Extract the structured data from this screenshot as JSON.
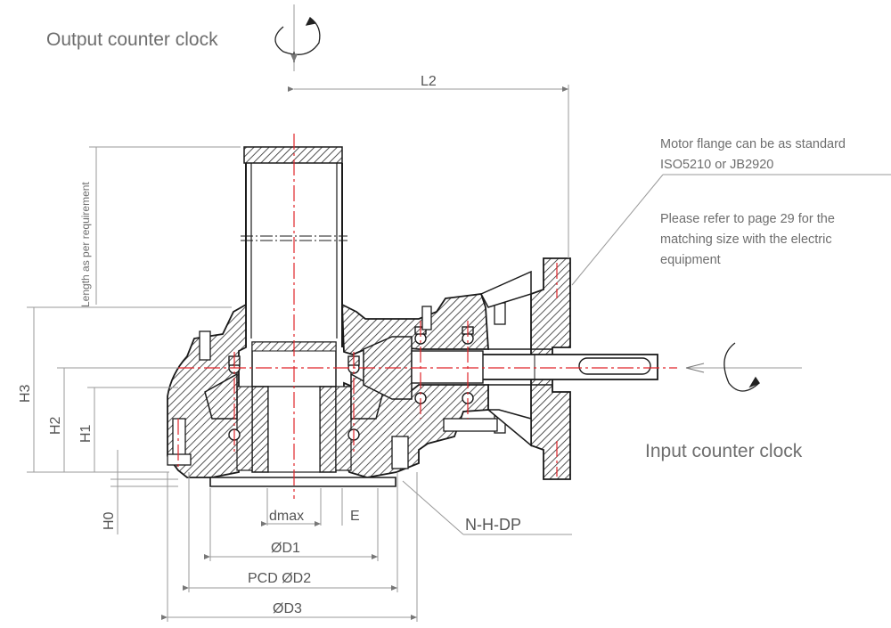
{
  "annotations": {
    "output_direction": "Output counter clock",
    "input_direction": "Input counter clock",
    "flange_note_line1": "Motor flange can be as standard",
    "flange_note_line2": "ISO5210 or JB2920",
    "refer_note_line1": "Please refer to page 29 for the",
    "refer_note_line2": "matching size with the electric",
    "refer_note_line3": "equipment",
    "length_note": "Length as per requirement"
  },
  "dimensions": {
    "l2": "L2",
    "h3": "H3",
    "h2": "H2",
    "h1": "H1",
    "h0": "H0",
    "dmax": "dmax",
    "e": "E",
    "d1": "ØD1",
    "pcd_d2": "PCD ØD2",
    "d3": "ØD3",
    "n_h_dp": "N-H-DP"
  },
  "colors": {
    "line": "#1a1a1a",
    "centerline": "#e0242a",
    "dim_line": "#9a9a9a",
    "text": "#6e6e6e"
  }
}
